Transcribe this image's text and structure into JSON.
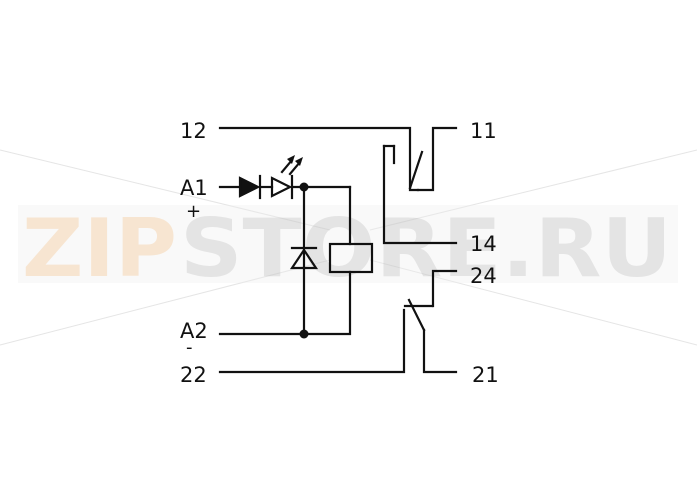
{
  "watermark": {
    "zip": "ZIP",
    "rest": "STORE.RU",
    "colors": {
      "zip": "#f6b26b",
      "rest": "#9a9a9a"
    }
  },
  "terminals": {
    "t12": "12",
    "t11": "11",
    "a1": "A1",
    "a1_sign": "+",
    "t14": "14",
    "t24": "24",
    "a2": "A2",
    "a2_sign": "-",
    "t22": "22",
    "t21": "21"
  },
  "colors": {
    "ink": "#111111",
    "background": "#ffffff"
  },
  "icons": [
    "led-diode-icon",
    "rectifier-diode-icon",
    "freewheel-diode-icon",
    "relay-coil-icon",
    "changeover-contact-icon",
    "junction-dot-icon"
  ]
}
